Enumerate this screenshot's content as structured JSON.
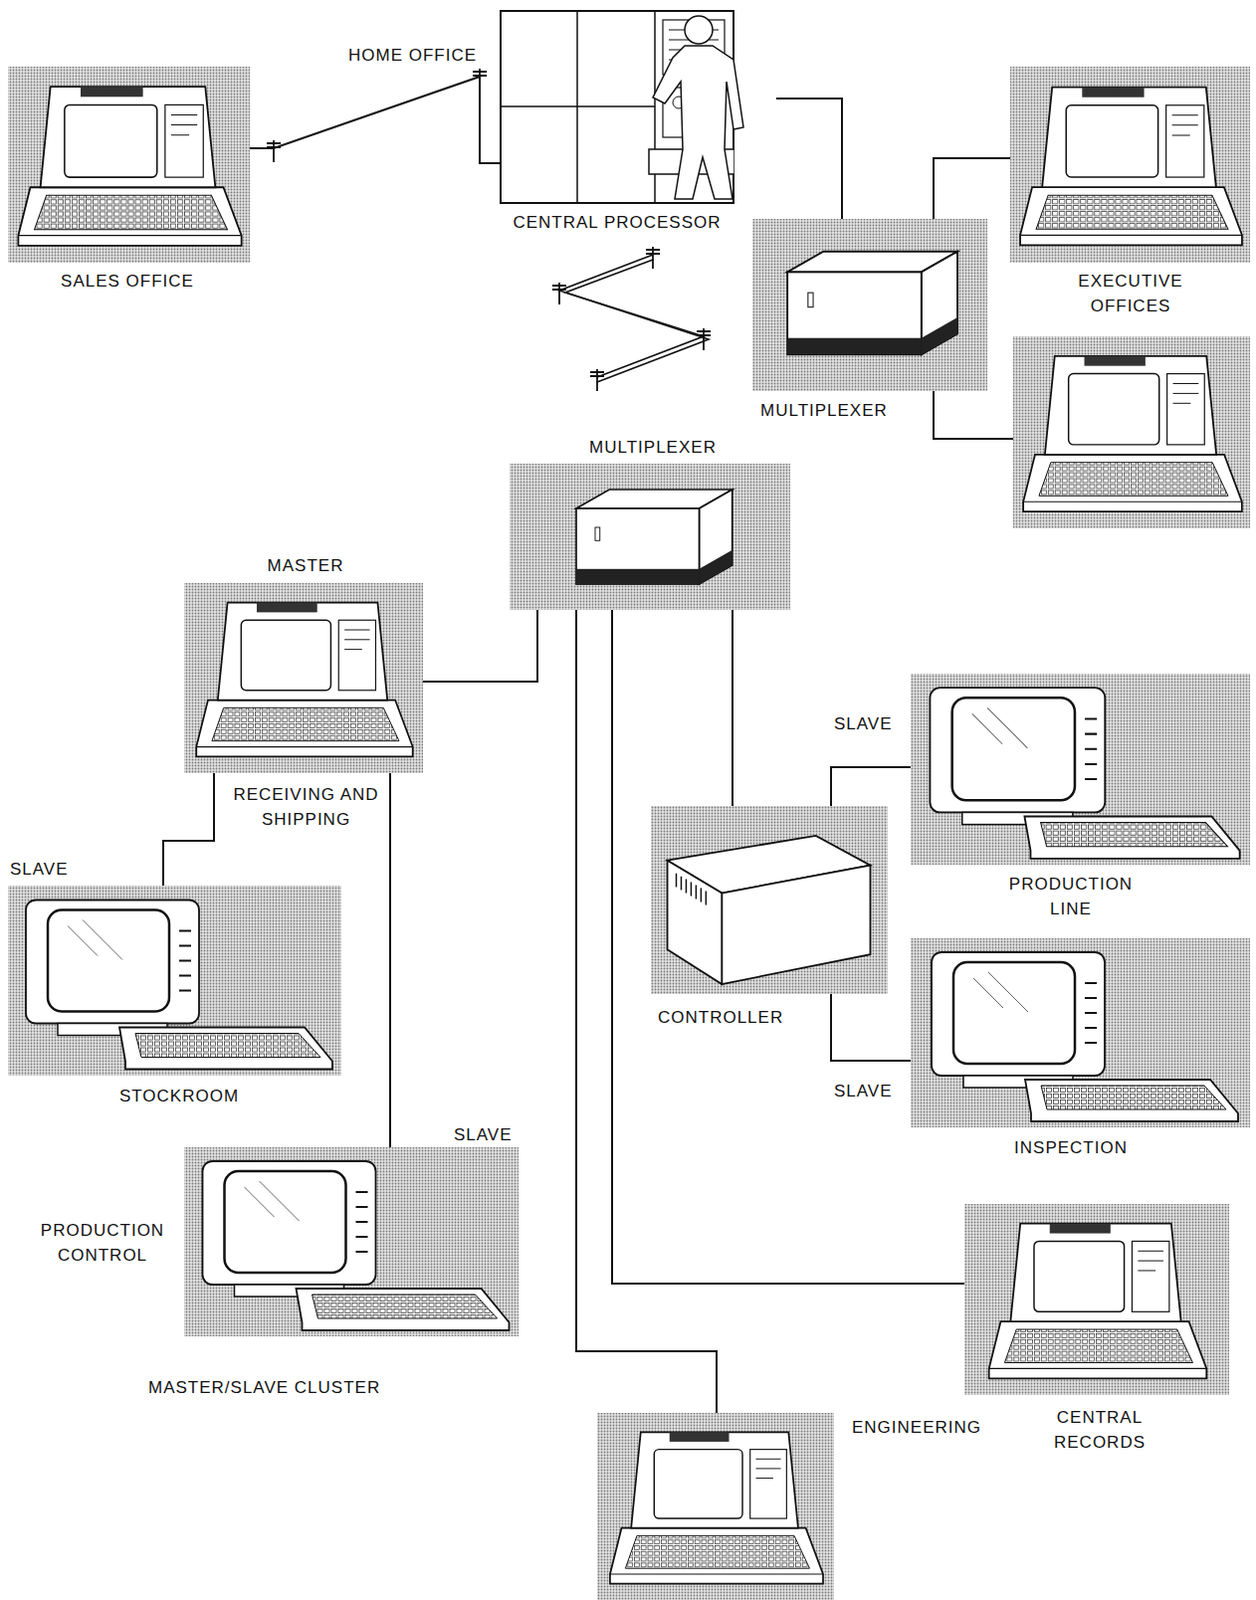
{
  "diagram": {
    "nodes": [
      {
        "text": [
          "SALES OFFICE"
        ]
      },
      {
        "text": [
          "HOME OFFICE",
          "CENTRAL PROCESSOR"
        ]
      },
      {
        "text": [
          "EXECUTIVE OFFICES"
        ]
      },
      {
        "text": [
          "MULTIPLEXER"
        ]
      },
      {
        "text": [
          "MULTIPLEXER"
        ]
      },
      {
        "text": [
          "MASTER",
          "RECEIVING AND SHIPPING"
        ]
      },
      {
        "text": [
          "CONTROLLER"
        ]
      },
      {
        "text": [
          "SLAVE",
          "PRODUCTION LINE"
        ]
      },
      {
        "text": [
          "SLAVE",
          "STOCKROOM"
        ]
      },
      {
        "text": [
          "SLAVE",
          "INSPECTION"
        ]
      },
      {
        "text": [
          "SLAVE",
          "PRODUCTION CONTROL"
        ]
      },
      {
        "text": [
          "CENTRAL RECORDS"
        ]
      },
      {
        "text": [
          "ENGINEERING"
        ]
      }
    ],
    "edges": [
      {
        "from": 0,
        "to": 1,
        "arrow": "none"
      },
      {
        "from": 1,
        "to": 3,
        "arrow": "none"
      },
      {
        "from": 3,
        "to": 2,
        "arrow": "none"
      },
      {
        "from": 4,
        "to": 5,
        "arrow": "none"
      },
      {
        "from": 5,
        "to": 8,
        "arrow": "none"
      },
      {
        "from": 5,
        "to": 10,
        "arrow": "none"
      },
      {
        "from": 4,
        "to": 6,
        "arrow": "none"
      },
      {
        "from": 4,
        "to": 11,
        "arrow": "none"
      },
      {
        "from": 4,
        "to": 12,
        "arrow": "none"
      },
      {
        "from": 6,
        "to": 7,
        "arrow": "none"
      },
      {
        "from": 6,
        "to": 9,
        "arrow": "none"
      }
    ],
    "labels": [
      "MASTER/SLAVE CLUSTER"
    ]
  }
}
